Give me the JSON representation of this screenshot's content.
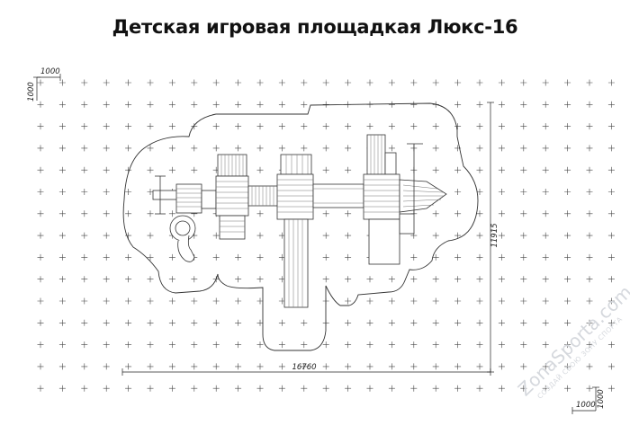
{
  "title": "Детская игровая площадкая Люкс-16",
  "dimensions": {
    "width": "16760",
    "height": "11915",
    "grid_step_x": "1000",
    "grid_step_y": "1000",
    "scale_x": "1000",
    "scale_y": "1000"
  },
  "watermark": {
    "brand": "ZonaSporta.com",
    "slogan": "СОЗДАЙ СВОЮ ЗОНУ СПОРТА"
  },
  "colors": {
    "line": "#333333",
    "hatch": "#777777",
    "watermark": "#d5d8dd"
  }
}
